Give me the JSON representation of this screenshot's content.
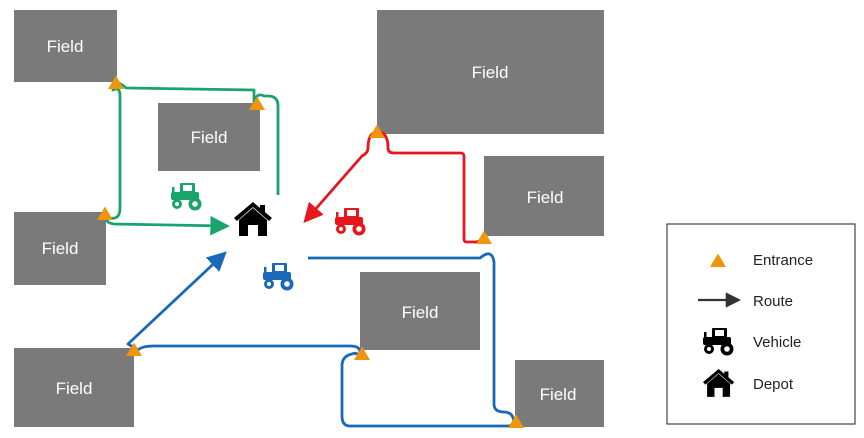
{
  "fields": {
    "field_1": "Field",
    "field_2": "Field",
    "field_3": "Field",
    "field_4": "Field",
    "field_5": "Field",
    "field_6": "Field",
    "field_7": "Field",
    "field_8": "Field"
  },
  "legend": {
    "entrance": "Entrance",
    "route": "Route",
    "vehicle": "Vehicle",
    "depot": "Depot"
  },
  "colors": {
    "field": "#7a7a7a",
    "entrance": "#f0960c",
    "route_green": "#1aa36b",
    "route_red": "#e8161c",
    "route_blue": "#1a69b8",
    "depot": "#000000"
  },
  "icons": {
    "entrance": "triangle-icon",
    "route": "arrow-icon",
    "vehicle": "tractor-icon",
    "depot": "house-icon"
  }
}
